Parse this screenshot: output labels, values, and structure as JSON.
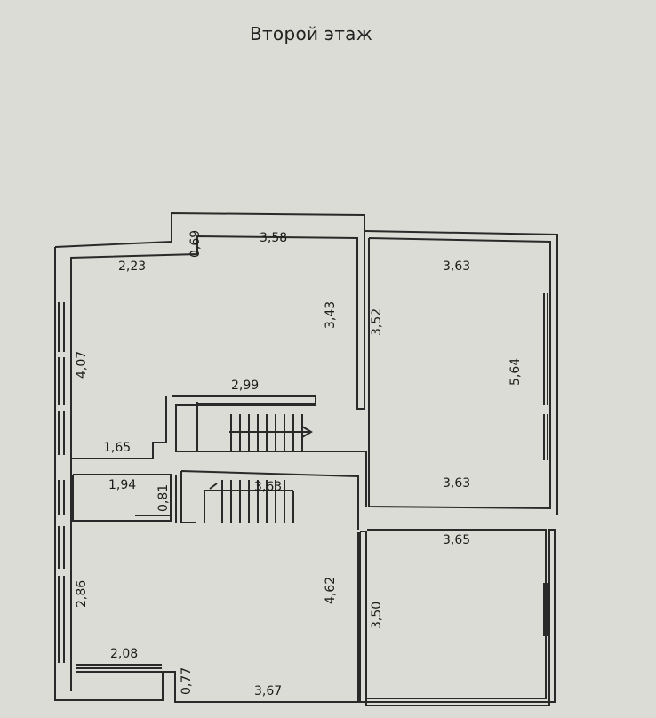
{
  "title": "Второй этаж",
  "dimensions": {
    "top_left_room_width": "2,23",
    "top_notch": "0,69",
    "top_center_width": "3,58",
    "top_center_depth": "3,43",
    "left_room_depth": "4,07",
    "corridor_wall": "3,52",
    "right_top_width": "3,63",
    "right_top_depth": "5,64",
    "right_top_bottom_width": "3,63",
    "stair_width_top": "2,99",
    "left_bottom_segment": "1,65",
    "bath_width": "1,94",
    "bath_depth": "0,81",
    "stair_width_bottom": "3,63",
    "bottom_room_depth": "4,62",
    "right_bottom_width": "3,65",
    "right_bottom_depth": "3,50",
    "left_bottom_depth": "2,86",
    "bottom_left_width": "2,08",
    "bottom_notch": "0,77",
    "bottom_width": "3,67"
  }
}
